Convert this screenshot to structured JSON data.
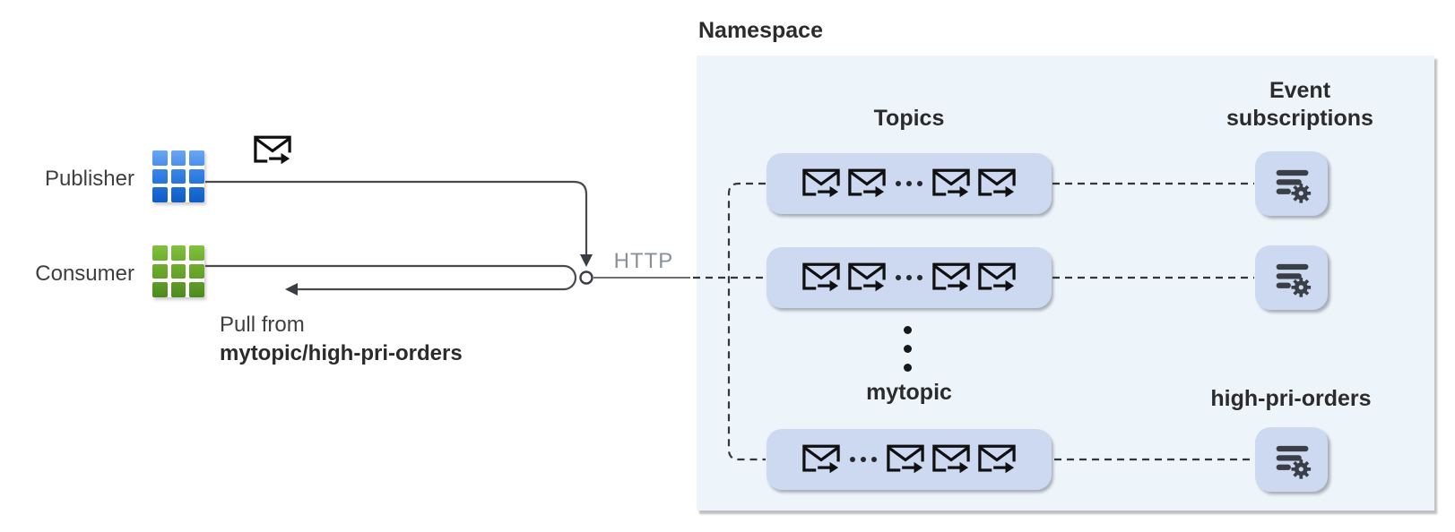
{
  "labels": {
    "publisher": "Publisher",
    "consumer": "Consumer",
    "pull_from_line1": "Pull from",
    "pull_from_line2": "mytopic/high-pri-orders",
    "http": "HTTP",
    "namespace": "Namespace",
    "topics": "Topics",
    "event_subscriptions": "Event subscriptions",
    "mytopic": "mytopic",
    "high_pri_orders": "high-pri-orders"
  },
  "icons": {
    "publisher_app": "blue-grid-app-icon",
    "consumer_app": "green-grid-app-icon",
    "message": "envelope-send-icon",
    "topic_events": "envelope-send-icon",
    "event_subscription": "filter-gear-icon",
    "ellipsis_horizontal": "ellipsis-horizontal-icon",
    "ellipsis_vertical": "ellipsis-vertical-icon",
    "endpoint": "open-circle-endpoint-icon"
  },
  "topic_rows": [
    {
      "label": "",
      "envelopes_before_dots": 2,
      "envelopes_after_dots": 2
    },
    {
      "label": "",
      "envelopes_before_dots": 2,
      "envelopes_after_dots": 2
    },
    {
      "label": "mytopic",
      "envelopes_before_dots": 1,
      "envelopes_after_dots": 3
    }
  ],
  "colors": {
    "namespace_bg": "#eef5fa",
    "box_fill": "#cdd9f0",
    "dash_line": "#33373d",
    "solid_line": "#4a4a4a",
    "http_text": "#899099",
    "heading_text": "#2b2b2b",
    "body_text": "#3f3f3f",
    "icon_stroke": "#101010",
    "subs_icon": "#3a3f47",
    "publisher_blue": "#2574dc",
    "consumer_green": "#5fa026"
  }
}
